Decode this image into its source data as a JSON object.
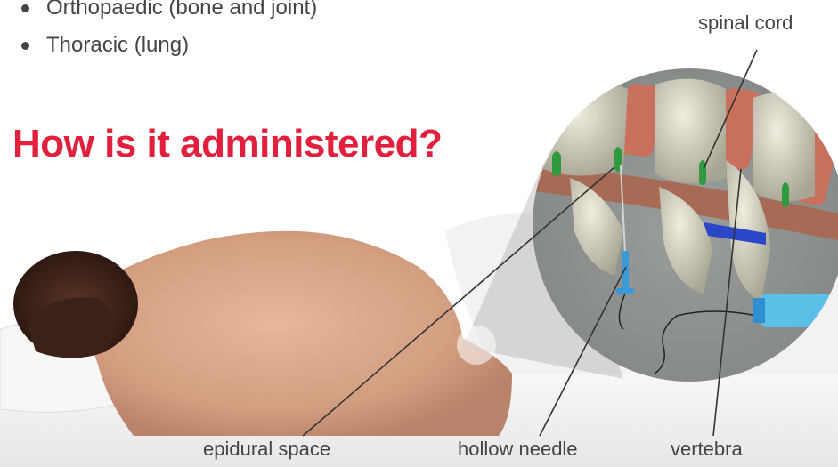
{
  "bullets": [
    {
      "text": "Orthopaedic (bone and joint)"
    },
    {
      "text": "Thoracic (lung)"
    }
  ],
  "heading": "How is it administered?",
  "labels": {
    "spinal_cord": "spinal cord",
    "epidural_space": "epidural space",
    "hollow_needle": "hollow needle",
    "vertebra": "vertebra"
  },
  "colors": {
    "heading": "#e0203c",
    "text": "#444444",
    "needle": "#3a9ad9",
    "nerve": "#2f9a3e",
    "disc": "#c9705c",
    "bone": "#d8d4c4"
  }
}
